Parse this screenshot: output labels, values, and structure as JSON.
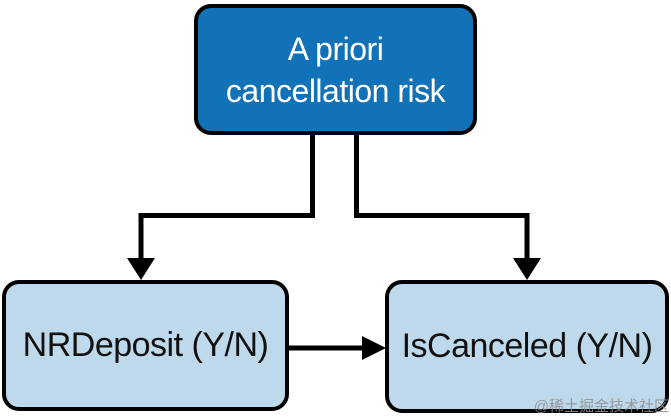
{
  "diagram": {
    "type": "flowchart",
    "nodes": {
      "root": {
        "id": "root",
        "line1": "A priori",
        "line2": "cancellation risk",
        "fill": "#1272b8",
        "text_color": "#ffffff"
      },
      "left": {
        "id": "nrdeposit",
        "label": "NRDeposit (Y/N)",
        "fill": "#bfd9ec",
        "text_color": "#111111"
      },
      "right": {
        "id": "iscanceled",
        "label": "IsCanceled (Y/N)",
        "fill": "#bfd9ec",
        "text_color": "#111111"
      }
    },
    "edges": [
      {
        "from": "root",
        "to": "nrdeposit",
        "style": "elbow-down"
      },
      {
        "from": "root",
        "to": "iscanceled",
        "style": "elbow-down"
      },
      {
        "from": "nrdeposit",
        "to": "iscanceled",
        "style": "straight-right"
      }
    ],
    "colors": {
      "edge_stroke": "#000000",
      "node_border": "#000000",
      "background": "#ffffff",
      "watermark_text": "#8c8c8c"
    }
  },
  "watermark": "@稀土掘金技术社区"
}
